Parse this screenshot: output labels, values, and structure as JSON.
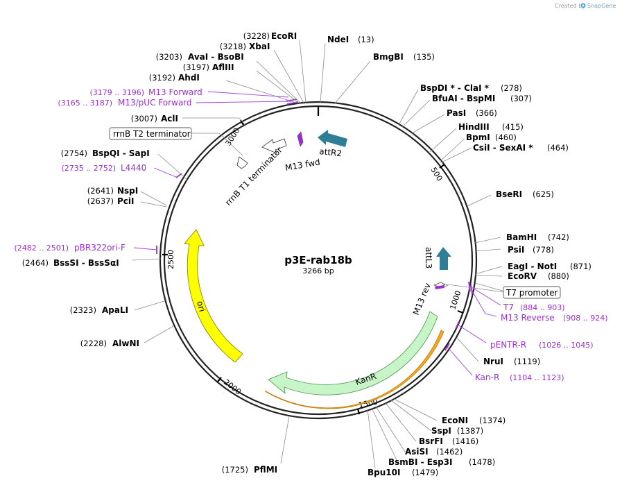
{
  "header": {
    "credit": "Created by",
    "brand": "SnapGene"
  },
  "plasmid": {
    "name": "p3E-rab18b",
    "size": "3266 bp"
  },
  "ticks": [
    "500",
    "1000",
    "1500",
    "2000",
    "2500",
    "3000"
  ],
  "enzymes": {
    "ecori": {
      "name": "EcoRI",
      "pos": "(3228)"
    },
    "ndei": {
      "name": "NdeI",
      "pos": "(13)"
    },
    "xbai": {
      "name": "XbaI",
      "pos": "(3218)"
    },
    "bmgbi": {
      "name": "BmgBI",
      "pos": "(135)"
    },
    "avai": {
      "name": "AvaI  - BsoBI",
      "pos": "(3203)"
    },
    "aflii": {
      "name": "AflIII",
      "pos": "(3197)"
    },
    "ahdi": {
      "name": "AhdI",
      "pos": "(3192)"
    },
    "bspdi": {
      "name": "BspDI *  - ClaI *",
      "pos": "(278)"
    },
    "bfuai": {
      "name": "BfuAI  - BspMI",
      "pos": "(307)"
    },
    "pasi": {
      "name": "PasI",
      "pos": "(366)"
    },
    "acli": {
      "name": "AclI",
      "pos": "(3007)"
    },
    "hindiii": {
      "name": "HindIII",
      "pos": "(415)"
    },
    "bpmi": {
      "name": "BpmI",
      "pos": "(460)"
    },
    "csii": {
      "name": "CsiI  - SexAI *",
      "pos": "(464)"
    },
    "bspqi": {
      "name": "BspQI  - SapI",
      "pos": "(2754)"
    },
    "bseri": {
      "name": "BseRI",
      "pos": "(625)"
    },
    "nspi": {
      "name": "NspI",
      "pos": "(2641)"
    },
    "pcii": {
      "name": "PciI",
      "pos": "(2637)"
    },
    "bamhi": {
      "name": "BamHI",
      "pos": "(742)"
    },
    "psii": {
      "name": "PsiI",
      "pos": "(778)"
    },
    "bsssi": {
      "name": "BssSI  - BssSαI",
      "pos": "(2464)"
    },
    "eagi": {
      "name": "EagI  - NotI",
      "pos": "(871)"
    },
    "ecorv": {
      "name": "EcoRV",
      "pos": "(880)"
    },
    "apali": {
      "name": "ApaLI",
      "pos": "(2323)"
    },
    "alwni": {
      "name": "AlwNI",
      "pos": "(2228)"
    },
    "nrui": {
      "name": "NruI",
      "pos": "(1119)"
    },
    "econi": {
      "name": "EcoNI",
      "pos": "(1374)"
    },
    "sspi": {
      "name": "SspI",
      "pos": "(1387)"
    },
    "bsrfi": {
      "name": "BsrFI",
      "pos": "(1416)"
    },
    "asisi": {
      "name": "AsiSI",
      "pos": "(1462)"
    },
    "bsmbi": {
      "name": "BsmBI  - Esp3I",
      "pos": "(1478)"
    },
    "pflmi": {
      "name": "PflMI",
      "pos": "(1725)"
    },
    "bpu10i": {
      "name": "Bpu10I",
      "pos": "(1479)"
    }
  },
  "primers": {
    "m13fwd": {
      "range": "(3179 .. 3196)",
      "name": "M13 Forward"
    },
    "m13puc": {
      "range": "(3165 .. 3187)",
      "name": "M13/pUC Forward"
    },
    "l4440": {
      "range": "(2735 .. 2752)",
      "name": "L4440"
    },
    "pbr322": {
      "range": "(2482 .. 2501)",
      "name": "pBR322ori-F"
    },
    "t7": {
      "name": "T7",
      "range": "(884 .. 903)"
    },
    "m13rev": {
      "name": "M13 Reverse",
      "range": "(908 .. 924)"
    },
    "pentr": {
      "name": "pENTR-R",
      "range": "(1026 .. 1045)"
    },
    "kanr": {
      "name": "Kan-R",
      "range": "(1104 .. 1123)"
    }
  },
  "boxes": {
    "rrnb_t2": "rrnB T2 terminator",
    "t7_promoter": "T7 promoter"
  },
  "features": {
    "attr2": "attR2",
    "attl3": "attL3",
    "m13fwd": "M13 fwd",
    "rrnb_t1": "rrnB T1 terminator",
    "m13rev": "M13 rev",
    "kanr": "KanR",
    "ori": "ori"
  },
  "colors": {
    "att": "#2e7f95",
    "ori": "#ffff00",
    "kanr": "#c8f5c8",
    "kanr_orf": "#f5a623",
    "primer": "#9b30d0",
    "terminator": "#ffffff"
  }
}
